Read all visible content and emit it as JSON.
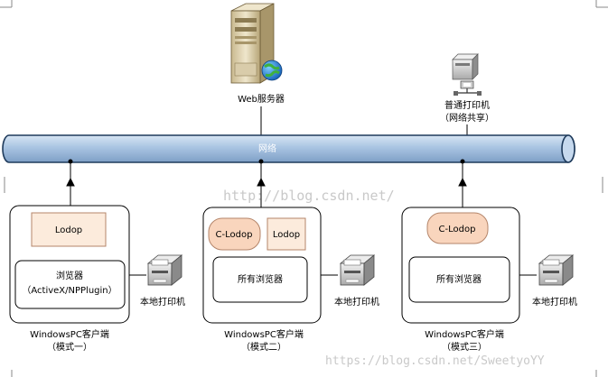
{
  "network": {
    "label": "网络"
  },
  "web_server": {
    "label": "Web服务器",
    "icon": "server-icon",
    "globe_icon": "globe-icon"
  },
  "shared_printer": {
    "line1": "普通打印机",
    "line2": "（网络共享）",
    "icon": "networked-printer-icon"
  },
  "clients": [
    {
      "modules": [
        "Lodop"
      ],
      "browser_line1": "浏览器",
      "browser_line2": "（ActiveX/NPPlugin）",
      "printer_label": "本地打印机",
      "name_line1": "WindowsPC客户端",
      "name_line2": "（模式一）"
    },
    {
      "modules": [
        "C-Lodop",
        "Lodop"
      ],
      "browser_line1": "所有浏览器",
      "printer_label": "本地打印机",
      "name_line1": "WindowsPC客户端",
      "name_line2": "（模式二）"
    },
    {
      "modules": [
        "C-Lodop"
      ],
      "browser_line1": "所有浏览器",
      "printer_label": "本地打印机",
      "name_line1": "WindowsPC客户端",
      "name_line2": "（模式三）"
    }
  ],
  "watermarks": {
    "center": "http://blog.csdn.net/",
    "bottom": "https://blog.csdn.net/SweetyoYY"
  },
  "colors": {
    "network_fill": "#a9c4e2",
    "network_stroke": "#1f3b5c",
    "lodop_fill": "#fcebdc",
    "clodop_fill": "#f9d5bd",
    "module_stroke": "#b4856a"
  }
}
